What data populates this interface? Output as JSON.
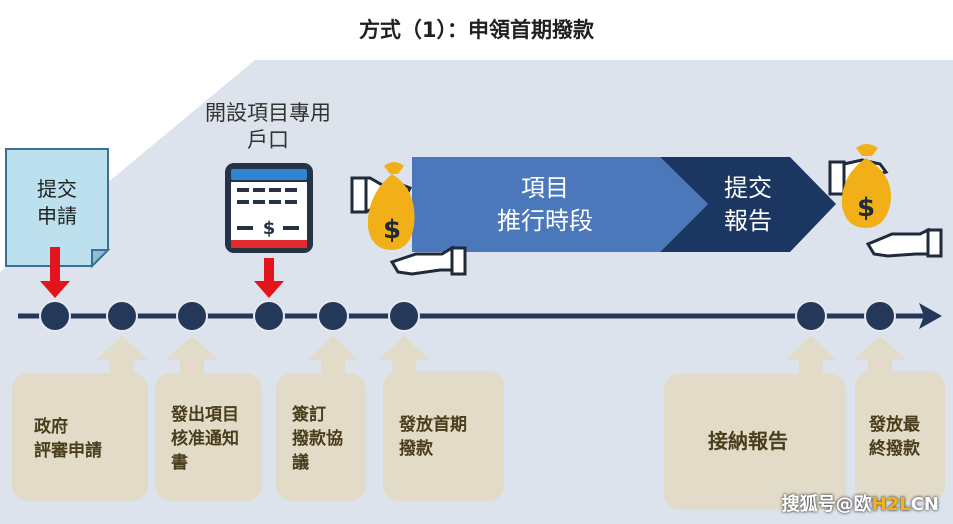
{
  "title": "方式（1）：申領首期撥款",
  "account_label": [
    "開設項目專用",
    "戶口"
  ],
  "document_label": [
    "提交",
    "申請"
  ],
  "stages": [
    {
      "lines": [
        "項目",
        "推行時段"
      ]
    },
    {
      "lines": [
        "提交",
        "報告"
      ]
    }
  ],
  "steps": [
    {
      "lines": [
        "政府",
        "評審申請"
      ]
    },
    {
      "lines": [
        "發出項目",
        "核准通知",
        "書"
      ]
    },
    {
      "lines": [
        "簽訂",
        "撥款協",
        "議"
      ]
    },
    {
      "lines": [
        "發放首期",
        "撥款"
      ]
    },
    {
      "lines": [
        "接納報告"
      ]
    },
    {
      "lines": [
        "發放最",
        "終撥款"
      ]
    }
  ],
  "watermark": {
    "prefix": "搜狐号@欧",
    "accent": "H2L",
    "suffix": "CN"
  },
  "colors": {
    "timeline": "#24385a",
    "stage_light": "#4a78ba",
    "stage_dark": "#1b3660",
    "step_box": "#e2dbc7",
    "step_text": "#4a3d1c",
    "marker": "#e3141b",
    "coin": "#f2b018",
    "background_triangle": "#dde3ec"
  }
}
